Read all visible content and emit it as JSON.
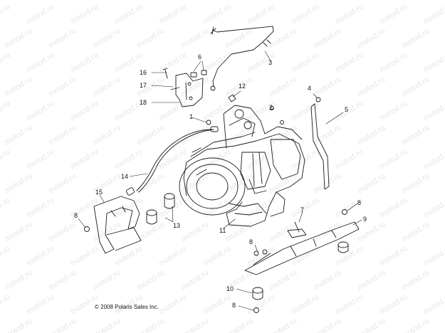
{
  "diagram": {
    "watermark_text": "motod.ru",
    "copyright": "© 2008 Polaris Sales Inc.",
    "callouts": [
      "1",
      "2",
      "3",
      "4",
      "5",
      "6",
      "7",
      "8",
      "8",
      "8",
      "8",
      "9",
      "10",
      "11",
      "12",
      "13",
      "14",
      "15",
      "16",
      "17",
      "18"
    ]
  }
}
